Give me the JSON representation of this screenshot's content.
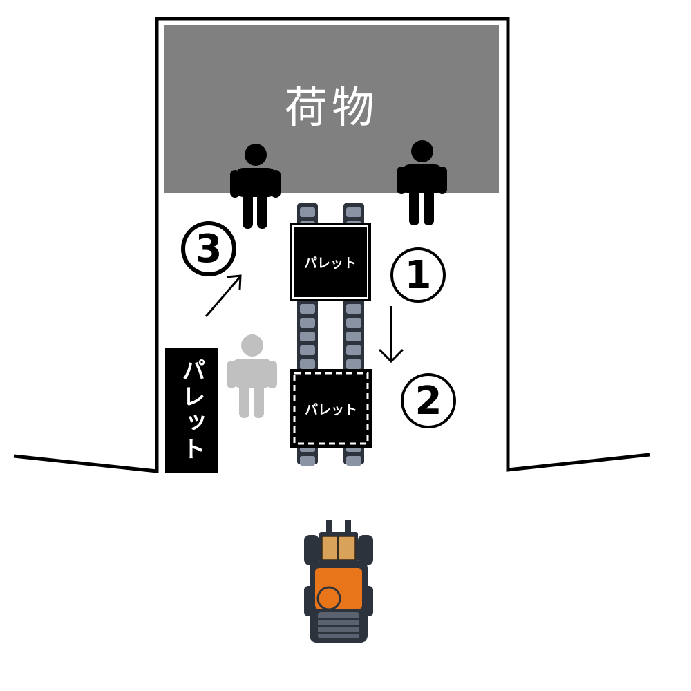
{
  "diagram": {
    "cargo_label": "荷物",
    "pallet_1_label": "パレット",
    "pallet_2_label": "パレット",
    "pallet_stack_label": "パレット",
    "step_1": "1",
    "step_2": "2",
    "step_3": "3"
  },
  "colors": {
    "cargo_fill": "#808080",
    "person_active": "#000000",
    "person_inactive": "#c0c0c0",
    "pallet_fill": "#000000",
    "forklift_accent": "#e8751a",
    "conveyor_roller": "#8a93a3"
  },
  "icons": [
    "worker-icon",
    "worker-icon",
    "worker-faded-icon",
    "forklift-icon",
    "conveyor-rails"
  ]
}
